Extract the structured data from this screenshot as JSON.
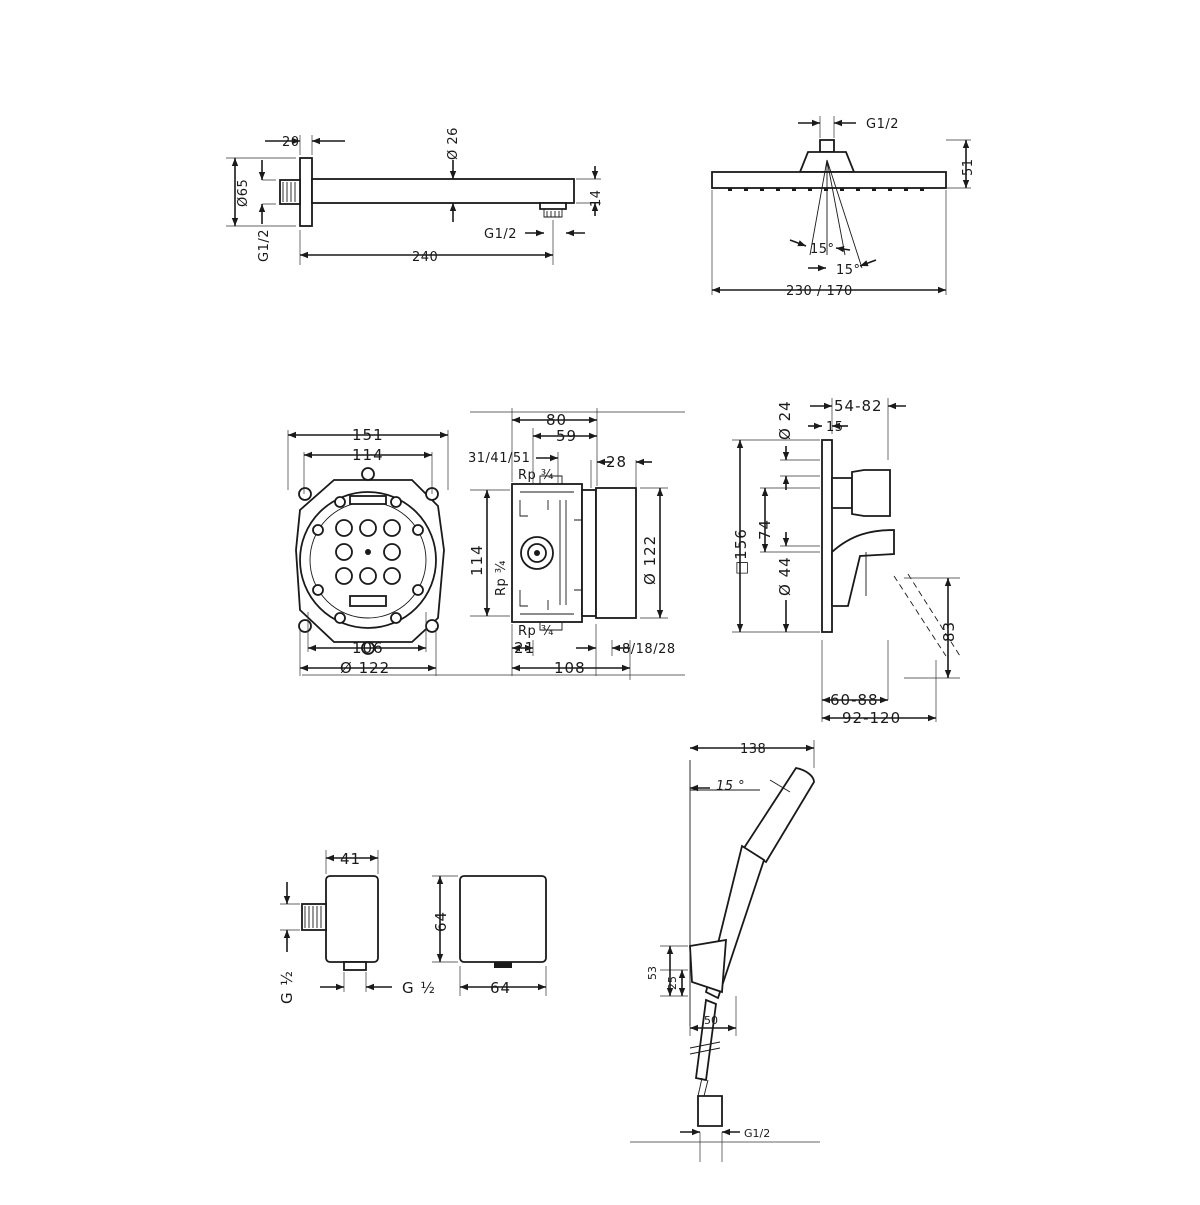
{
  "labels": {
    "arm_20": "20",
    "arm_d26": "Ø 26",
    "arm_d65": "Ø65",
    "arm_g12_left": "G1/2",
    "arm_14": "14",
    "arm_g12_right": "G1/2",
    "arm_240": "240",
    "head_g12": "G1/2",
    "head_51": "51",
    "head_15a": "15°",
    "head_15b": "15°",
    "head_230_170": "230 / 170",
    "box_151": "151",
    "box_114": "114",
    "box_106": "106",
    "box_d122": "Ø 122",
    "side_80": "80",
    "side_59": "59",
    "side_31_41_51": "31/41/51",
    "side_28": "28",
    "side_rp_top": "Rp ¾",
    "side_rp_left": "Rp ¾",
    "side_rp_bottom": "Rp ¾",
    "side_114": "114",
    "side_d122": "Ø 122",
    "side_21": "21",
    "side_8_18_28": "8/18/28",
    "side_108": "108",
    "mixer_54_82": "54-82",
    "mixer_d24": "Ø 24",
    "mixer_15": "15",
    "mixer_156": "□156",
    "mixer_74": "74",
    "mixer_d44": "Ø 44",
    "mixer_83": "83",
    "mixer_60_88": "60-88",
    "mixer_92_120": "92-120",
    "outlet_41": "41",
    "outlet_64_v": "64",
    "outlet_64_h": "64",
    "outlet_g12_a": "G ½",
    "outlet_g12_b": "G ½",
    "hand_138": "138",
    "hand_15": "15 °",
    "hand_53": "53",
    "hand_25": "25",
    "hand_50": "50",
    "hand_g12": "G1/2"
  }
}
